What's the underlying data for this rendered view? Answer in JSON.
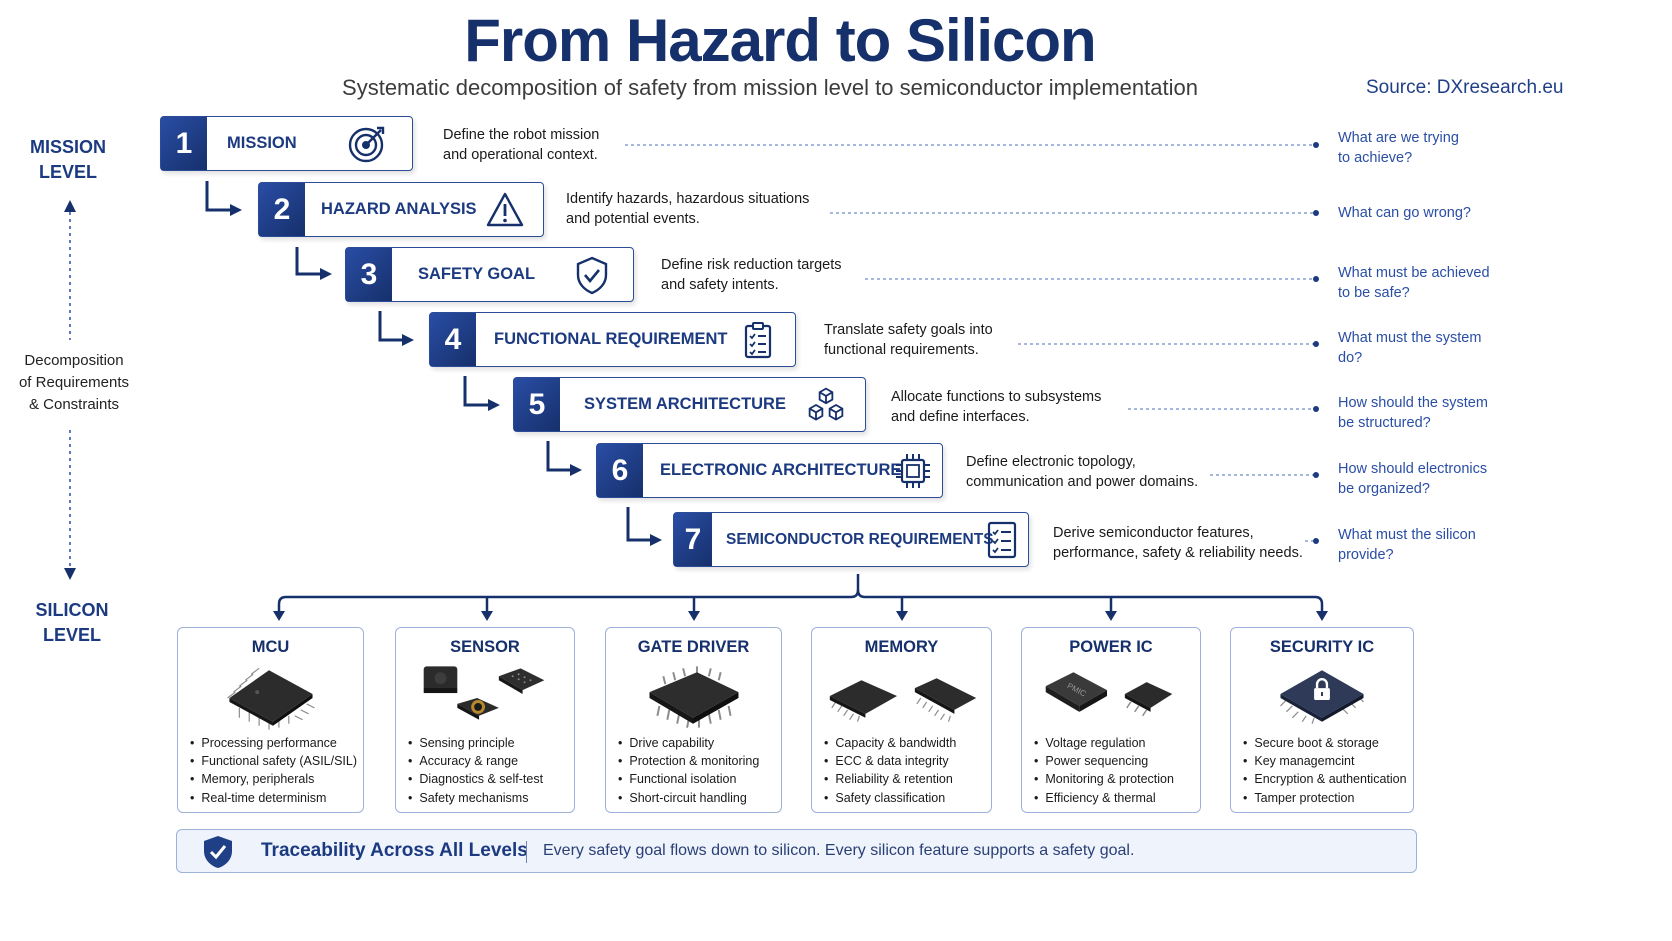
{
  "title": "From Hazard to Silicon",
  "subtitle": "Systematic decomposition of safety from mission level to semiconductor implementation",
  "source": "Source: DXresearch.eu",
  "side": {
    "mission_l1": "MISSION",
    "mission_l2": "LEVEL",
    "decomp_l1": "Decomposition",
    "decomp_l2": "of Requirements",
    "decomp_l3": "& Constraints",
    "silicon_l1": "SILICON",
    "silicon_l2": "LEVEL"
  },
  "steps": [
    {
      "num": "1",
      "label": "MISSION",
      "icon": "target-icon",
      "desc1": "Define the robot mission",
      "desc2": "and operational context.",
      "q1": "What are we trying",
      "q2": "to achieve?"
    },
    {
      "num": "2",
      "label": "HAZARD ANALYSIS",
      "icon": "warning-icon",
      "desc1": "Identify hazards, hazardous situations",
      "desc2": "and potential events.",
      "q1": "What can go wrong?",
      "q2": ""
    },
    {
      "num": "3",
      "label": "SAFETY GOAL",
      "icon": "shield-check-icon",
      "desc1": "Define risk reduction targets",
      "desc2": "and safety intents.",
      "q1": "What must be achieved",
      "q2": "to be safe?"
    },
    {
      "num": "4",
      "label": "FUNCTIONAL REQUIREMENT",
      "icon": "clipboard-checklist-icon",
      "desc1": "Translate safety goals into",
      "desc2": "functional requirements.",
      "q1": "What must the system",
      "q2": "do?"
    },
    {
      "num": "5",
      "label": "SYSTEM ARCHITECTURE",
      "icon": "cubes-icon",
      "desc1": "Allocate functions to subsystems",
      "desc2": "and define interfaces.",
      "q1": "How should the system",
      "q2": "be structured?"
    },
    {
      "num": "6",
      "label": "ELECTRONIC ARCHITECTURE",
      "icon": "chip-icon",
      "desc1": "Define electronic topology,",
      "desc2": "communication and power domains.",
      "q1": "How should electronics",
      "q2": "be organized?"
    },
    {
      "num": "7",
      "label": "SEMICONDUCTOR REQUIREMENTS",
      "icon": "checklist-icon",
      "desc1": "Derive semiconductor features,",
      "desc2": "performance, safety & reliability needs.",
      "q1": "What must the silicon",
      "q2": "provide?"
    }
  ],
  "cards": [
    {
      "title": "MCU",
      "icon": "mcu-chip-icon",
      "bullets": [
        "Processing performance",
        "Functional safety (ASIL/SIL)",
        "Memory, peripherals",
        "Real-time determinism"
      ]
    },
    {
      "title": "SENSOR",
      "icon": "sensor-chips-icon",
      "bullets": [
        "Sensing principle",
        "Accuracy & range",
        "Diagnostics & self-test",
        "Safety mechanisms"
      ]
    },
    {
      "title": "GATE DRIVER",
      "icon": "gate-driver-chip-icon",
      "bullets": [
        "Drive capability",
        "Protection & monitoring",
        "Functional isolation",
        "Short-circuit handling"
      ]
    },
    {
      "title": "MEMORY",
      "icon": "memory-chips-icon",
      "bullets": [
        "Capacity & bandwidth",
        "ECC & data integrity",
        "Reliability & retention",
        "Safety classification"
      ]
    },
    {
      "title": "POWER IC",
      "icon": "power-ic-chips-icon",
      "chip_label": "PMIC",
      "bullets": [
        "Voltage regulation",
        "Power sequencing",
        "Monitoring & protection",
        "Efficiency & thermal"
      ]
    },
    {
      "title": "SECURITY IC",
      "icon": "security-chip-lock-icon",
      "bullets": [
        "Secure boot & storage",
        "Key managemcint",
        "Encryption & authentication",
        "Tamper protection"
      ]
    }
  ],
  "traceability": {
    "icon": "shield-check-icon",
    "title": "Traceability Across All Levels",
    "text": "Every safety goal flows down to silicon. Every silicon feature supports a safety goal."
  },
  "colors": {
    "navy": "#16306b",
    "accent": "#2a4ea5",
    "border": "#9db2db"
  }
}
